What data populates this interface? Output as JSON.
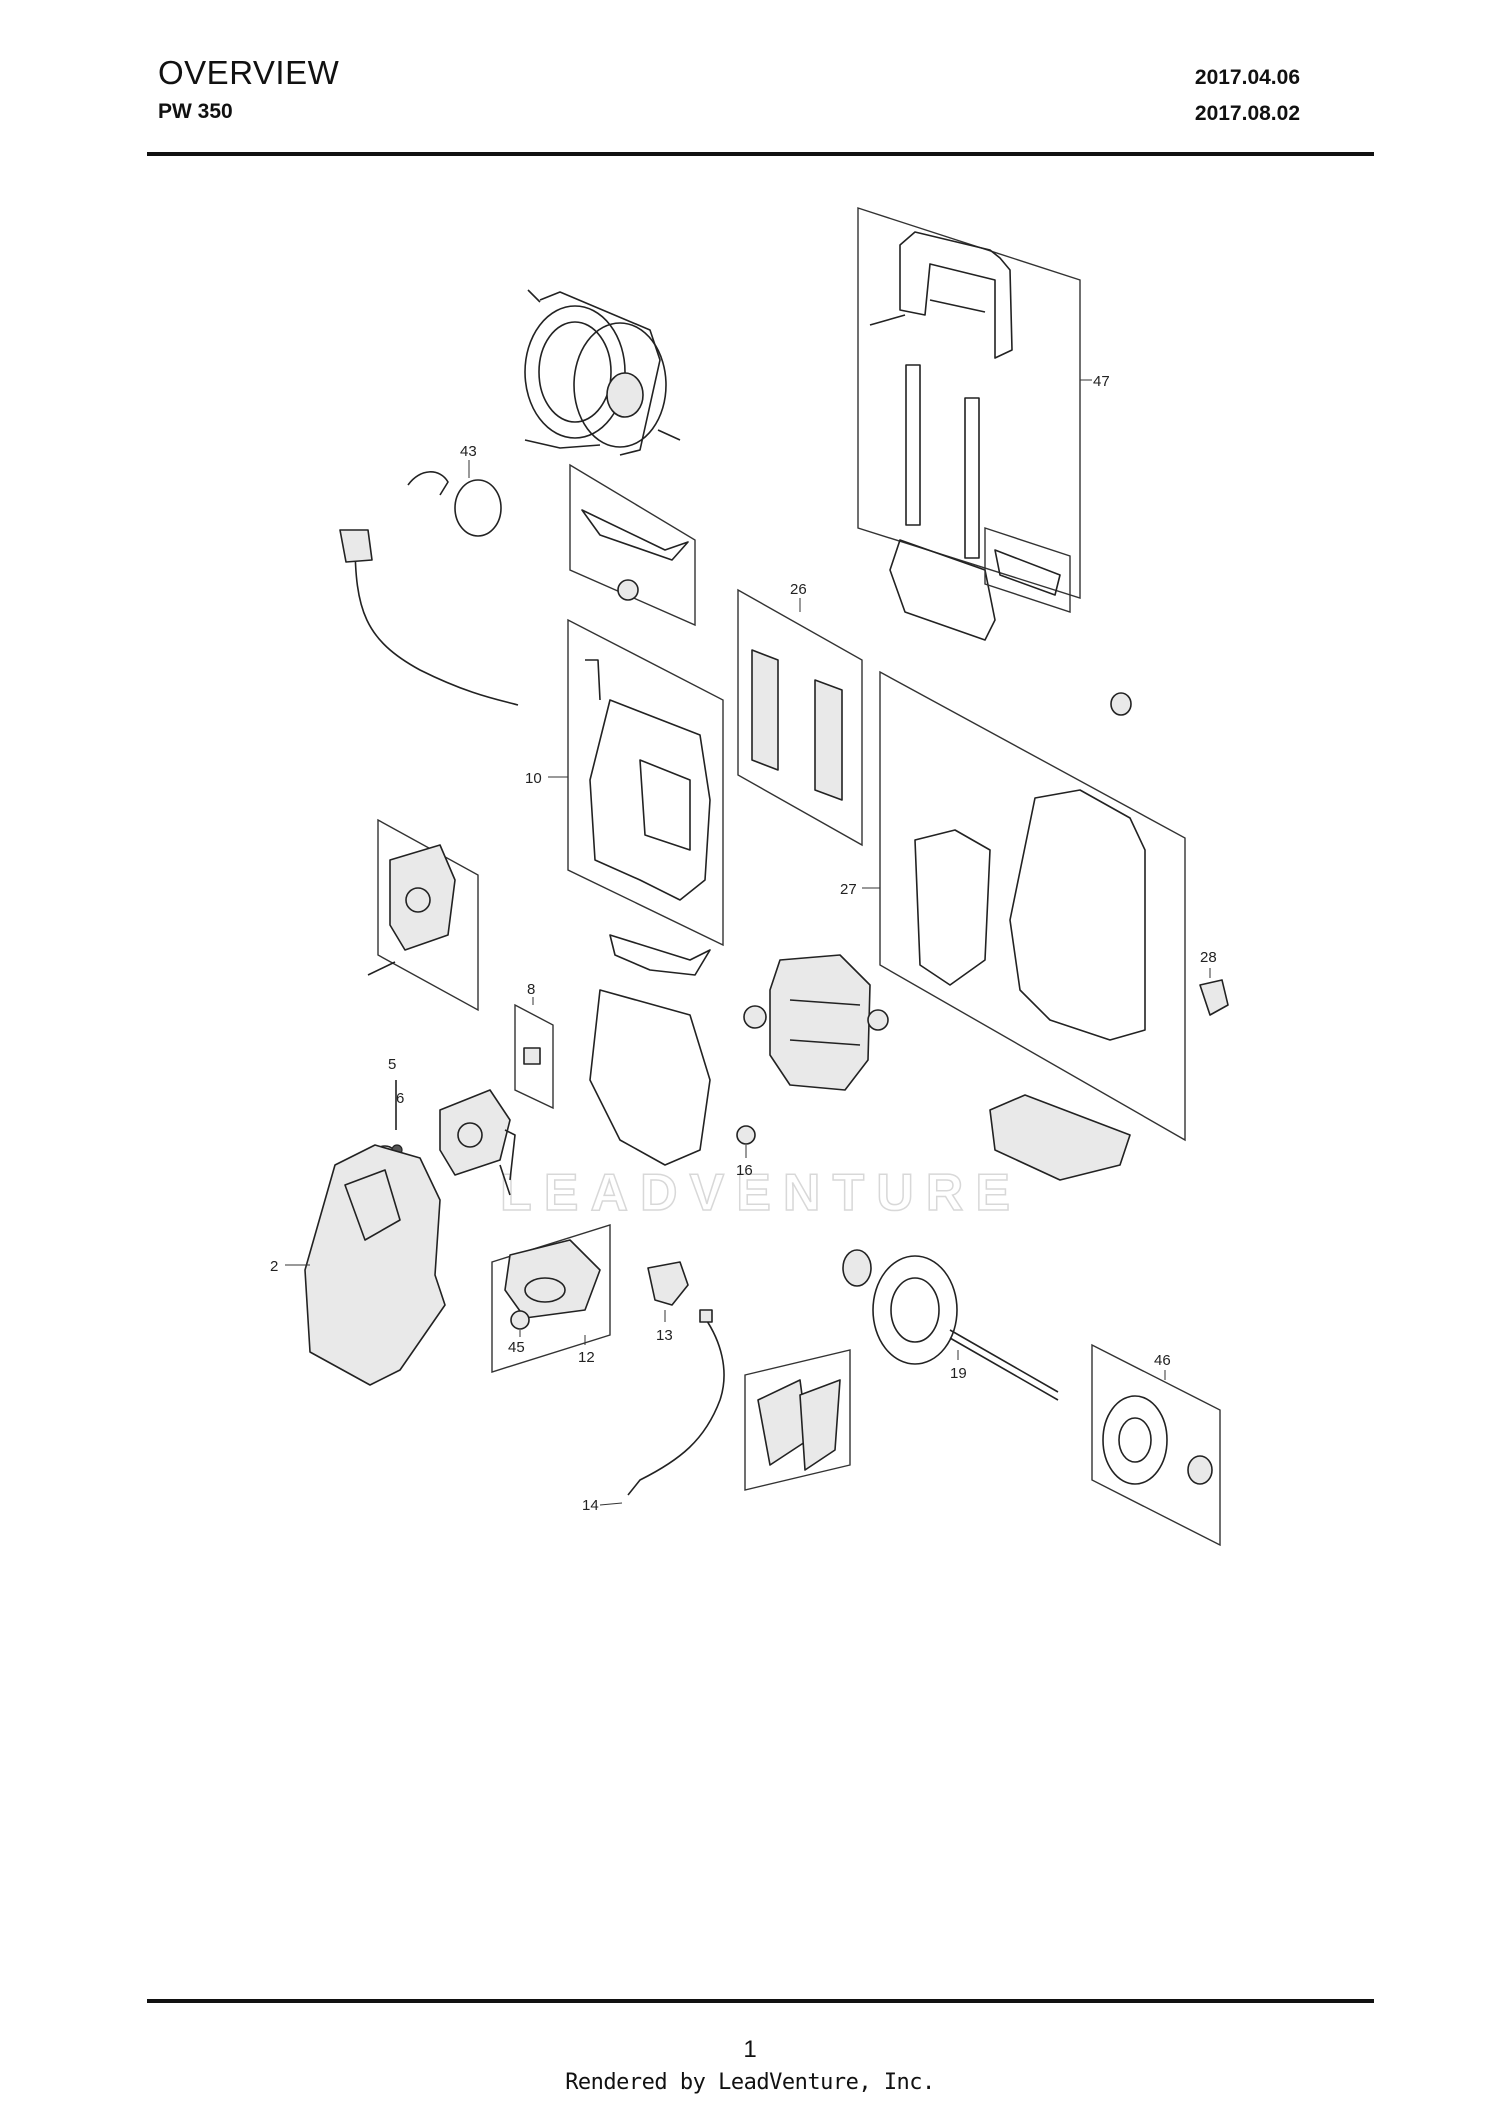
{
  "header": {
    "title": "OVERVIEW",
    "model": "PW 350",
    "date_1": "2017.04.06",
    "date_2": "2017.08.02"
  },
  "watermark": "LEADVENTURE",
  "callouts": {
    "c2": "2",
    "c5": "5",
    "c6": "6",
    "c8": "8",
    "c10": "10",
    "c12": "12",
    "c13": "13",
    "c14": "14",
    "c16": "16",
    "c19": "19",
    "c26": "26",
    "c27": "27",
    "c28": "28",
    "c43": "43",
    "c45": "45",
    "c46": "46",
    "c47": "47"
  },
  "page_number": "1",
  "footer": "Rendered by LeadVenture, Inc."
}
